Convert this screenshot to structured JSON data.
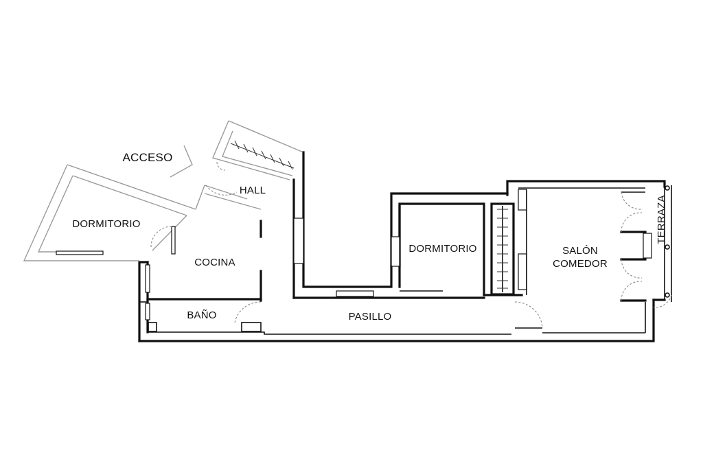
{
  "rooms": {
    "acceso": "ACCESO",
    "hall": "HALL",
    "dormitorio_1": "DORMITORIO",
    "cocina": "COCINA",
    "bano": "BAÑO",
    "pasillo": "PASILLO",
    "dormitorio_2": "DORMITORIO",
    "salon_line1": "SALÓN",
    "salon_line2": "COMEDOR",
    "terraza": "TERRAZA"
  },
  "colors": {
    "wall": "#111111",
    "background": "#ffffff"
  }
}
